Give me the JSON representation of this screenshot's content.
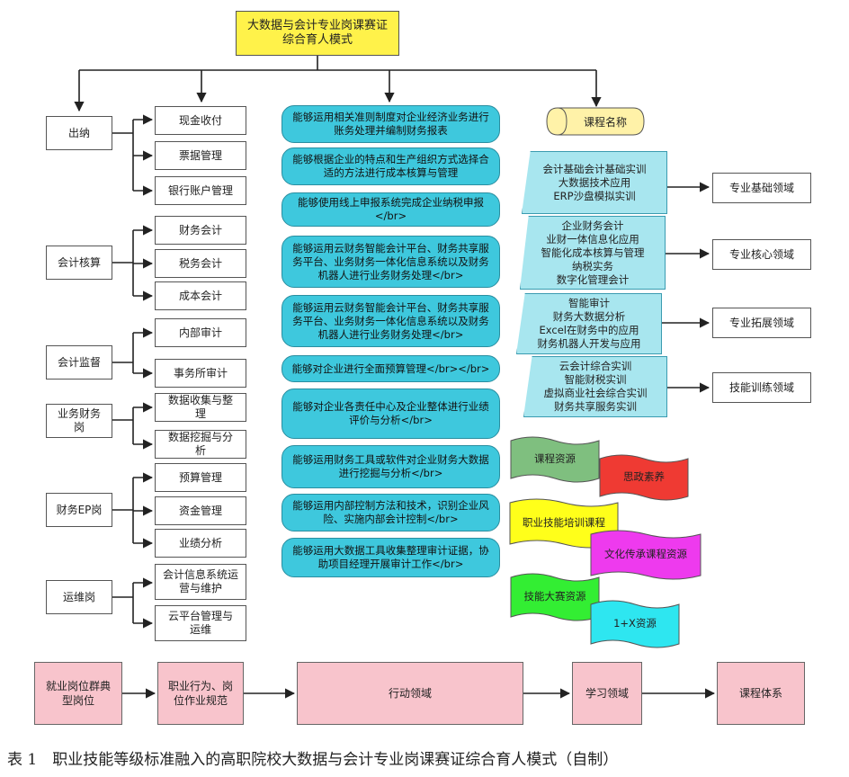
{
  "title": "大数据与会计专业岗课赛证综合育人模式",
  "job_groups": [
    {
      "name": "出纳",
      "tasks": [
        "现金收付",
        "票据管理",
        "银行账户管理"
      ]
    },
    {
      "name": "会计核算",
      "tasks": [
        "财务会计",
        "税务会计",
        "成本会计"
      ]
    },
    {
      "name": "会计监督",
      "tasks": [
        "内部审计",
        "事务所审计"
      ]
    },
    {
      "name": "业务财务岗",
      "tasks": [
        "数据收集与整理",
        "数据挖掘与分析"
      ]
    },
    {
      "name": "财务EP岗",
      "tasks": [
        "预算管理",
        "资金管理",
        "业绩分析"
      ]
    },
    {
      "name": "运维岗",
      "tasks": [
        "会计信息系统运营与维护",
        "云平台管理与运维"
      ]
    }
  ],
  "abilities": [
    "能够运用相关准则制度对企业经济业务进行账务处理并编制财务报表",
    "能够根据企业的特点和生产组织方式选择合适的方法进行成本核算与管理",
    "能够使用线上申报系统完成企业纳税申报</br>",
    "能够运用云财务智能会计平台、财务共享服务平台、业务财务一体化信息系统以及财务机器人进行业务财务处理</br>",
    "能够运用云财务智能会计平台、财务共享服务平台、业务财务一体化信息系统以及财务机器人进行业务财务处理</br>",
    "能够对企业进行全面预算管理</br></br>",
    "能够对企业各责任中心及企业整体进行业绩评价与分析</br>",
    "能够运用财务工具或软件对企业财务大数据进行挖掘与分析</br>",
    "能够运用内部控制方法和技术，识别企业风险、实施内部会计控制</br>",
    "能够运用大数据工具收集整理审计证据，协助项目经理开展审计工作</br>"
  ],
  "course_label": "课程名称",
  "course_groups": [
    {
      "courses": [
        "会计基础会计基础实训",
        "大数据技术应用",
        "ERP沙盘模拟实训"
      ],
      "domain": "专业基础领域"
    },
    {
      "courses": [
        "企业财务会计",
        "业财一体信息化应用",
        "智能化成本核算与管理",
        "纳税实务",
        "数字化管理会计"
      ],
      "domain": "专业核心领域"
    },
    {
      "courses": [
        "智能审计",
        "财务大数据分析",
        "Excel在财务中的应用",
        "财务机器人开发与应用"
      ],
      "domain": "专业拓展领域"
    },
    {
      "courses": [
        "云会计综合实训",
        "智能财税实训",
        "虚拟商业社会综合实训",
        "财务共享服务实训"
      ],
      "domain": "技能训练领域"
    }
  ],
  "resources": [
    {
      "label": "课程资源",
      "color": "#7fbf7f"
    },
    {
      "label": "思政素养",
      "color": "#ef3a33"
    },
    {
      "label": "职业技能培训课程",
      "color": "#ffff1a"
    },
    {
      "label": "文化传承课程资源",
      "color": "#ee3aee"
    },
    {
      "label": "技能大赛资源",
      "color": "#33ee33"
    },
    {
      "label": "1+X资源",
      "color": "#2ee6f0"
    }
  ],
  "bottom_flow": [
    "就业岗位群典型岗位",
    "职业行为、岗位作业规范",
    "行动领域",
    "学习领域",
    "课程体系"
  ],
  "caption": "表 1　职业技能等级标准融入的高职院校大数据与会计专业岗课赛证综合育人模式（自制）",
  "colors": {
    "title_bg": "#fff24a",
    "ability_bg": "#3ec8dd",
    "course_bg": "#a8e6ef",
    "flow_bg": "#f8c4cc"
  }
}
